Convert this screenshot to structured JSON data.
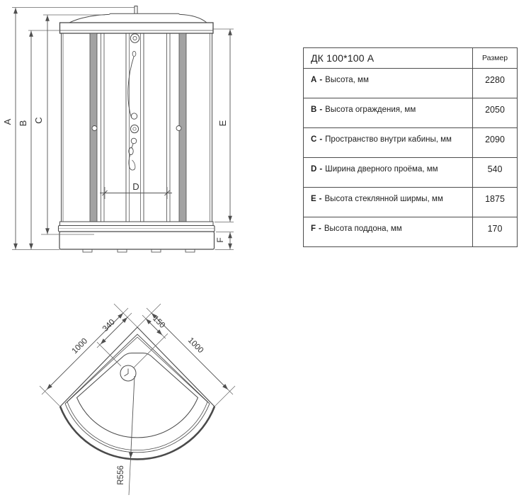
{
  "spec_table": {
    "title": "ДК 100*100 А",
    "size_header": "Размер",
    "separator": "-",
    "rows": [
      {
        "key": "A",
        "label": "Высота, мм",
        "value": "2280"
      },
      {
        "key": "B",
        "label": "Высота ограждения, мм",
        "value": "2050"
      },
      {
        "key": "C",
        "label": "Пространство внутри кабины, мм",
        "value": "2090"
      },
      {
        "key": "D",
        "label": "Ширина дверного проёма, мм",
        "value": "540"
      },
      {
        "key": "E",
        "label": "Высота стеклянной ширмы, мм",
        "value": "1875"
      },
      {
        "key": "F",
        "label": "Высота поддона, мм",
        "value": "170"
      }
    ]
  },
  "front_view": {
    "dim_labels": {
      "a": "A",
      "b": "B",
      "c": "C",
      "d": "D",
      "e": "E",
      "f": "F"
    }
  },
  "plan_view": {
    "dim_labels": {
      "left_side": "1000",
      "right_side": "1000",
      "drain_offset_left": "340",
      "drain_offset_right": "150",
      "front_radius": "R556"
    }
  }
}
